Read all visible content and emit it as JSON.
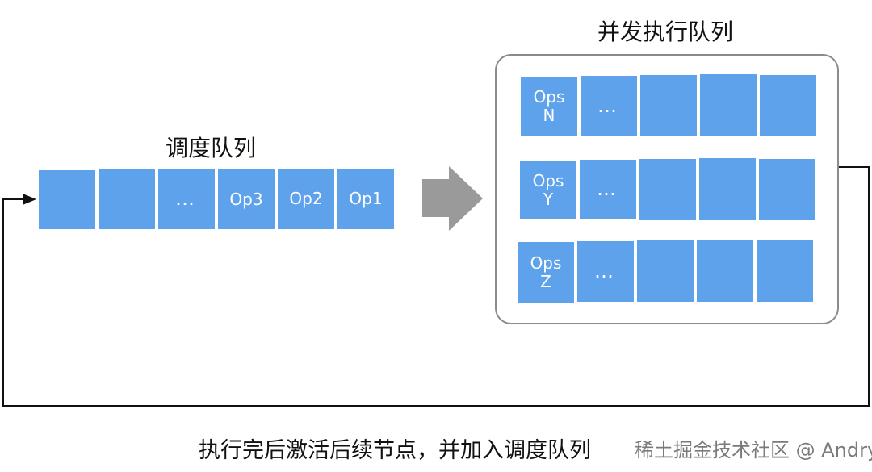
{
  "labels": {
    "schedule_queue": "调度队列",
    "concurrent_queue": "并发执行队列",
    "loop_back": "执行完后激活后续节点，并加入调度队列",
    "watermark": "稀土掘金技术社区 @ Andryu"
  },
  "schedule_queue": {
    "items": [
      "",
      "",
      "…",
      "Op3",
      "Op2",
      "Op1"
    ]
  },
  "concurrent_queue": {
    "rows": [
      [
        "Ops\nN",
        "…",
        "",
        "",
        ""
      ],
      [
        "Ops\nY",
        "…",
        "",
        "",
        ""
      ],
      [
        "Ops\nZ",
        "…",
        "",
        "",
        ""
      ]
    ]
  },
  "colors": {
    "cell": "#5fa2ec",
    "box_border": "#8b8b8b",
    "arrow": "#9a9a9a",
    "line": "#111111"
  }
}
